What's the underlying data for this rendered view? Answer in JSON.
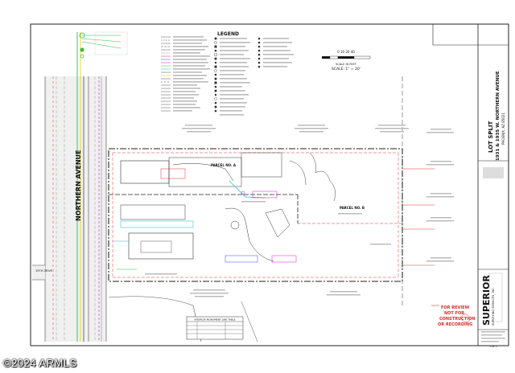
{
  "plan": {
    "street_name": "NORTHERN AVENUE",
    "cross_street": "19TH DRIVE",
    "legend_title": "LEGEND",
    "scale_text": "SCALE: 1\" = 20'",
    "scale_label": "SCALE IN FEET",
    "parcel_a": "PARCEL NO. A",
    "parcel_b": "PARCEL NO. B",
    "sheet_title_1": "LOT SPLIT",
    "sheet_title_2": "1931 & 1935 W. NORTHERN AVENUE",
    "sheet_title_3": "PHOENIX, AZ 85021",
    "firm_name": "SUPERIOR",
    "firm_sub": "SURVEYING SERVICES, INC.",
    "review_stamp_1": "FOR REVIEW",
    "review_stamp_2": "NOT FOR",
    "review_stamp_3": "CONSTRUCTION",
    "review_stamp_4": "OR RECORDING",
    "table_title": "INTERIOR MONUMENT LINE TABLE",
    "sheet_number": "1 OF 1"
  },
  "watermark": "©2024 ARMLS",
  "colors": {
    "line": "#222222",
    "green": "#2fbf3a",
    "magenta": "#d11ad1",
    "cyan": "#1ab6d6",
    "red": "#e03030",
    "blue": "#3050e0",
    "yellow": "#d6c800",
    "stamp_red": "#e02a2a"
  }
}
